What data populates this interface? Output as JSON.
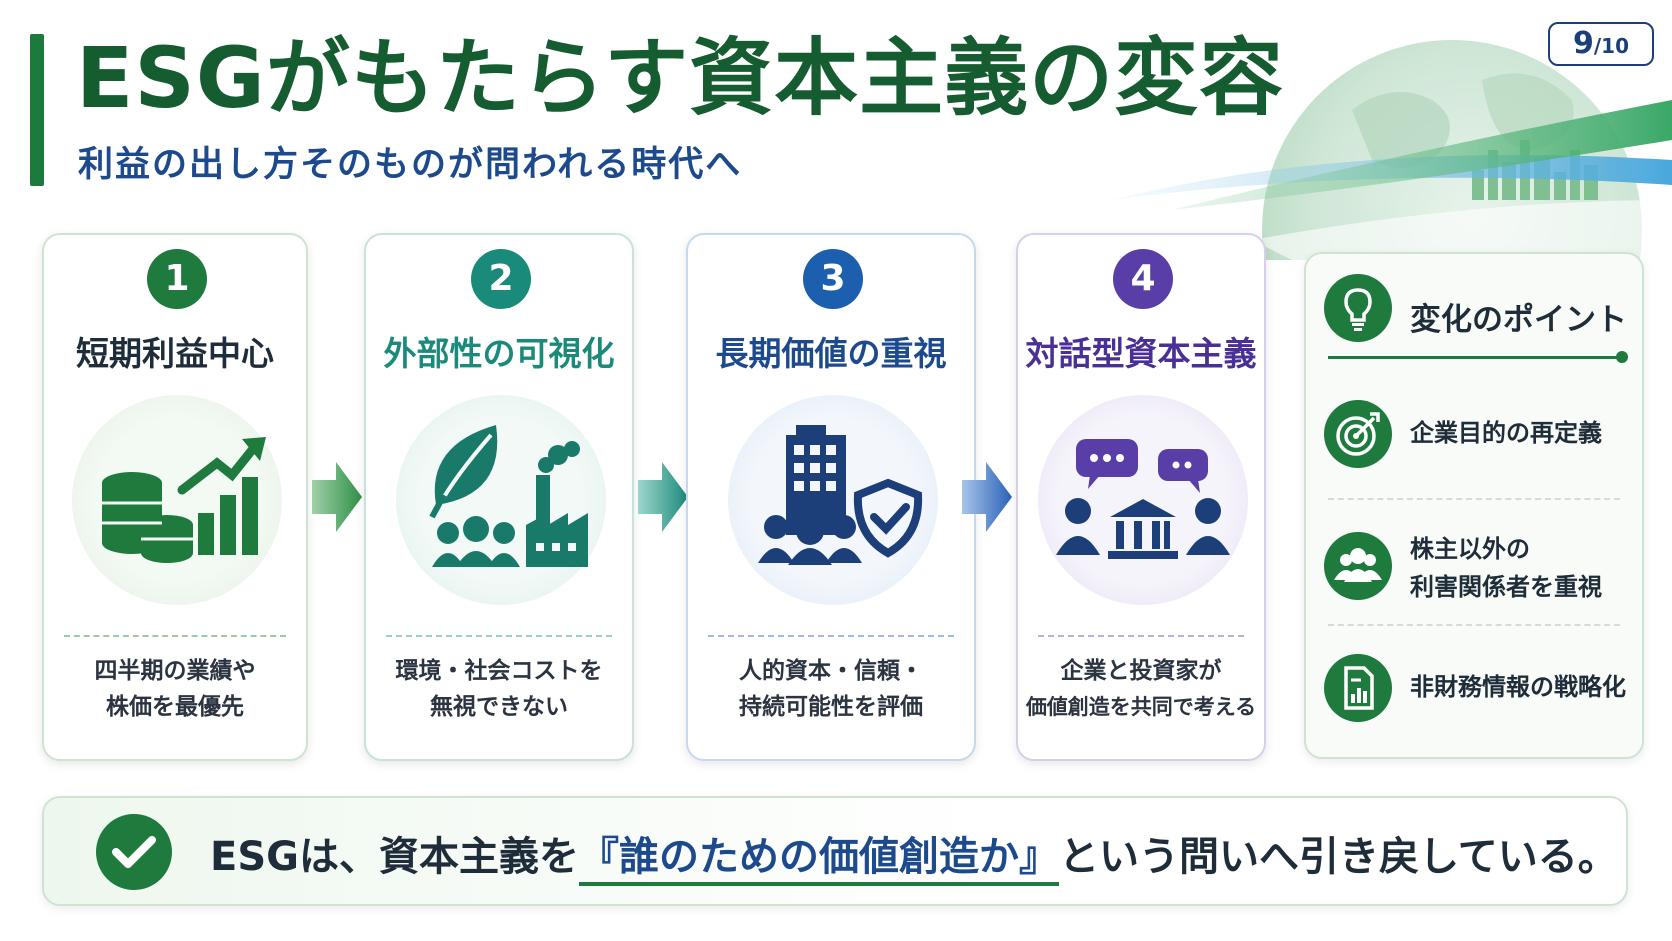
{
  "header": {
    "title": "ESGがもたらす資本主義の変容",
    "subtitle": "利益の出し方そのものが問われる時代へ",
    "page_current": "9",
    "page_total": "/10"
  },
  "steps": [
    {
      "number": "1",
      "label": "短期利益中心",
      "desc_line1": "四半期の業績や",
      "desc_line2": "株価を最優先",
      "icon": "coins-growth-icon",
      "color": "#1f7a3e"
    },
    {
      "number": "2",
      "label": "外部性の可視化",
      "desc_line1": "環境・社会コストを",
      "desc_line2": "無視できない",
      "icon": "leaf-factory-icon",
      "color": "#1a8a7a"
    },
    {
      "number": "3",
      "label": "長期価値の重視",
      "desc_line1": "人的資本・信頼・",
      "desc_line2": "持続可能性を評価",
      "icon": "building-shield-icon",
      "color": "#1c5fae"
    },
    {
      "number": "4",
      "label": "対話型資本主義",
      "desc_line1": "企業と投資家が",
      "desc_line2": "価値創造を共同で考える",
      "icon": "dialogue-icon",
      "color": "#5a3ea8"
    }
  ],
  "side": {
    "title": "変化のポイント",
    "items": [
      {
        "line1": "企業目的の再定義",
        "line2": "",
        "icon": "target-icon"
      },
      {
        "line1": "株主以外の",
        "line2": "利害関係者を重視",
        "icon": "people-icon"
      },
      {
        "line1": "非財務情報の戦略化",
        "line2": "",
        "icon": "report-icon"
      }
    ]
  },
  "bottom": {
    "prefix": "ESGは、資本主義を",
    "highlight": "『誰のための価値創造か』",
    "suffix": "という問いへ引き戻している。"
  },
  "colors": {
    "green": "#1f7a3e",
    "teal": "#1a8a7a",
    "blue": "#1c5fae",
    "purple": "#5a3ea8",
    "title": "#155c30",
    "subtitle": "#1c4a8c"
  }
}
